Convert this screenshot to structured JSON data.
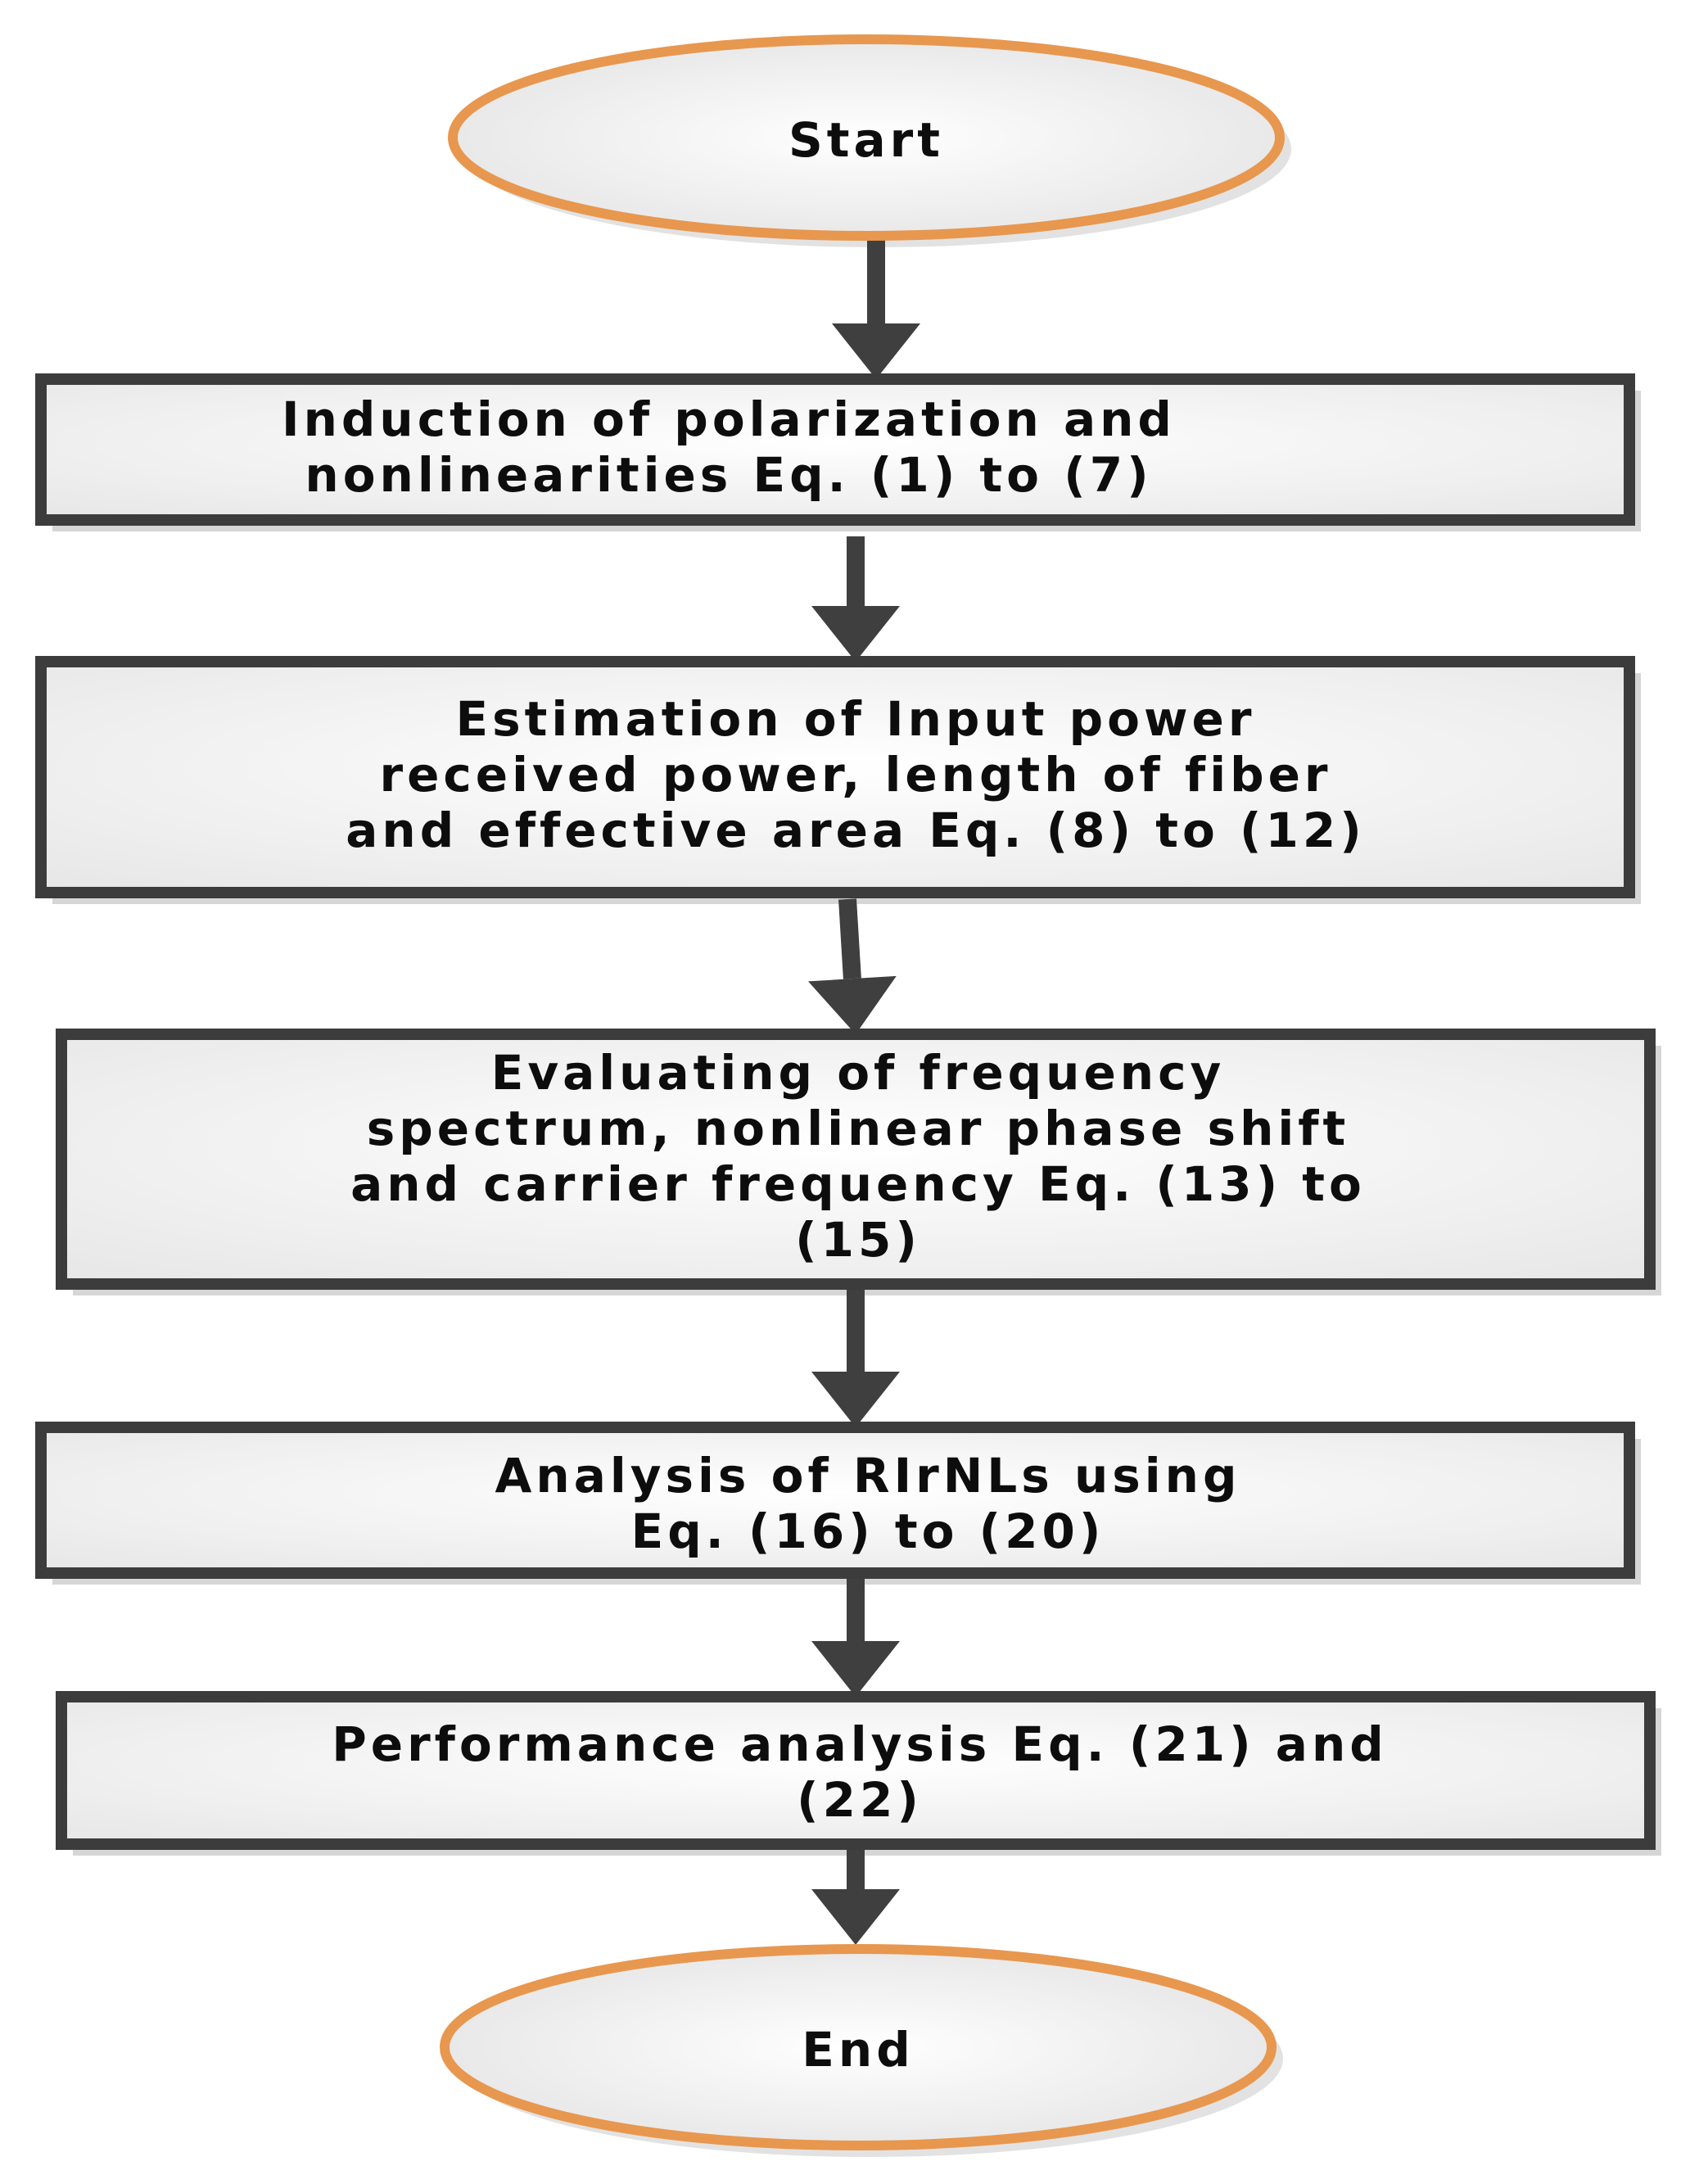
{
  "colors": {
    "terminal_border": "#E8974F",
    "terminal_fill_light": "#FFFFFF",
    "terminal_fill_dark": "#E4E4E4",
    "box_border": "#3C3C3C",
    "box_fill_light": "#FFFFFF",
    "box_fill_dark": "#E6E6E6",
    "arrow": "#3F3F3F",
    "text": "#0D0D0D"
  },
  "nodes": [
    {
      "id": "start",
      "shape": "terminal",
      "lines": [
        "Start"
      ]
    },
    {
      "id": "step1",
      "shape": "process",
      "lines": [
        "Induction of polarization and",
        "nonlinearities  Eq. (1) to (7)"
      ]
    },
    {
      "id": "step2",
      "shape": "process",
      "lines": [
        "Estimation of Input power",
        "received power, length of fiber",
        "and effective area  Eq. (8) to (12)"
      ]
    },
    {
      "id": "step3",
      "shape": "process",
      "lines": [
        "Evaluating of  frequency",
        "spectrum, nonlinear phase shift",
        "and carrier frequency  Eq. (13) to",
        "(15)"
      ]
    },
    {
      "id": "step4",
      "shape": "process",
      "lines": [
        "Analysis of RIrNLs using",
        "Eq. (16) to (20)"
      ]
    },
    {
      "id": "step5",
      "shape": "process",
      "lines": [
        "Performance analysis Eq. (21) and",
        "(22)"
      ]
    },
    {
      "id": "end",
      "shape": "terminal",
      "lines": [
        "End"
      ]
    }
  ],
  "edges": [
    {
      "from": "start",
      "to": "step1"
    },
    {
      "from": "step1",
      "to": "step2"
    },
    {
      "from": "step2",
      "to": "step3"
    },
    {
      "from": "step3",
      "to": "step4"
    },
    {
      "from": "step4",
      "to": "step5"
    },
    {
      "from": "step5",
      "to": "end"
    }
  ]
}
